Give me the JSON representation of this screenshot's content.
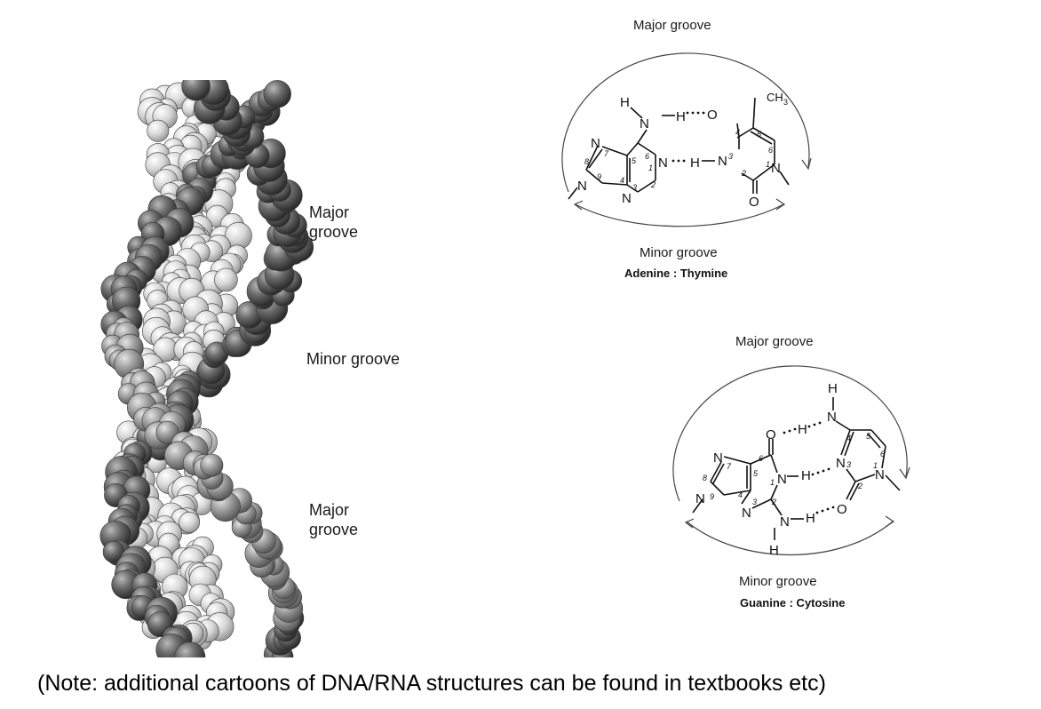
{
  "helix": {
    "labels": {
      "major_groove_top": "Major\ngroove",
      "minor_groove": "Minor groove",
      "major_groove_bottom": "Major\ngroove"
    }
  },
  "at_pair": {
    "major_groove": "Major groove",
    "minor_groove": "Minor groove",
    "caption": "Adenine : Thymine",
    "atoms": {
      "h_top": "H",
      "n_amine": "N",
      "h_bond1": "H",
      "o4": "O",
      "ch3": "CH",
      "ch3_sub": "3",
      "n7": "N",
      "n1": "N",
      "h_bond2": "H",
      "n3": "N",
      "n1t": "N",
      "n9": "N",
      "n3a": "N",
      "o2": "O"
    },
    "numbers": {
      "a7": "7",
      "a5": "5",
      "a6": "6",
      "a8": "8",
      "a9": "9",
      "a4": "4",
      "a3": "3",
      "a1": "1",
      "a2": "2",
      "t4": "4",
      "t5": "5",
      "t6": "6",
      "t3": "3",
      "t2": "2",
      "t1": "1"
    }
  },
  "gc_pair": {
    "major_groove": "Major groove",
    "minor_groove": "Minor groove",
    "caption": "Guanine : Cytosine",
    "atoms": {
      "h_c_top": "H",
      "n_c_amine": "N",
      "o6": "O",
      "h_b1": "H",
      "n7": "N",
      "n1": "N",
      "h_b2": "H",
      "n3c": "N",
      "n1c": "N",
      "n9": "N",
      "n3g": "N",
      "n_g_amine": "N",
      "h_b3": "H",
      "o2c": "O",
      "h_g_bottom": "H"
    },
    "numbers": {
      "g7": "7",
      "g5": "5",
      "g6": "6",
      "g8": "8",
      "g9": "9",
      "g4": "4",
      "g3": "3",
      "g1": "1",
      "g2": "2",
      "c4": "4",
      "c5": "5",
      "c6": "6",
      "c3": "3",
      "c2": "2",
      "c1": "1"
    }
  },
  "note": "(Note: additional cartoons of DNA/RNA structures can be found in textbooks etc)"
}
